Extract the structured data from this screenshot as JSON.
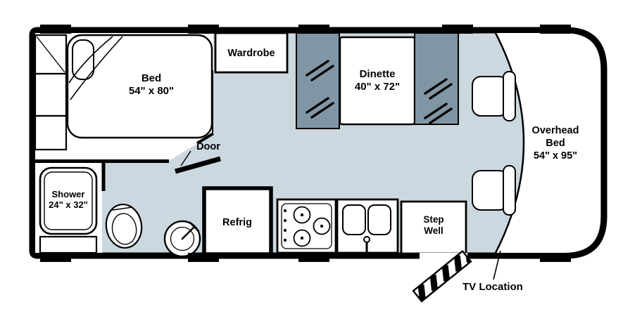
{
  "colors": {
    "floor": "#ccd8df",
    "bench": "#8196a4",
    "wall": "#000000",
    "fixture": "#ffffff"
  },
  "labels": {
    "bed": {
      "name": "Bed",
      "dims": "54\" x 80\""
    },
    "wardrobe": {
      "name": "Wardrobe"
    },
    "dinette": {
      "name": "Dinette",
      "dims": "40\" x 72\""
    },
    "overhead_bed": {
      "line1": "Overhead",
      "line2": "Bed",
      "dims": "54\" x 95\""
    },
    "shower": {
      "name": "Shower",
      "dims": "24\" x 32\""
    },
    "refrig": {
      "name": "Refrig"
    },
    "step_well": {
      "line1": "Step",
      "line2": "Well"
    },
    "door": {
      "name": "Door"
    },
    "tv_location": {
      "name": "TV Location"
    }
  }
}
